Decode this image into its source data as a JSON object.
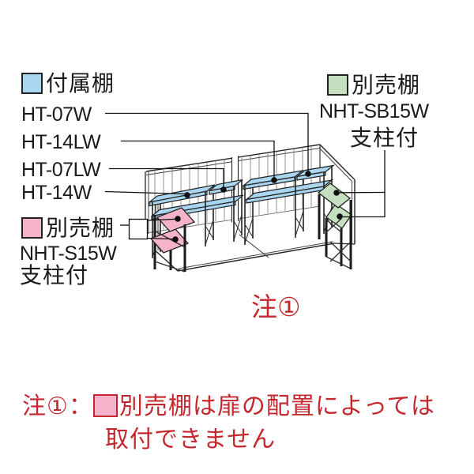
{
  "colors": {
    "blue": "#a9d5ee",
    "pink": "#f4b3cb",
    "green": "#c6dfc0",
    "red": "#c4272e",
    "line": "#1a1a1a"
  },
  "legend_attached": {
    "title": "付属棚",
    "items": [
      "HT-07W",
      "HT-14LW",
      "HT-07LW",
      "HT-14W"
    ]
  },
  "legend_optional_left": {
    "title": "別売棚",
    "model": "NHT-S15W",
    "support": "支柱付"
  },
  "legend_optional_right": {
    "title": "別売棚",
    "model": "NHT-SB15W",
    "support": "支柱付"
  },
  "figure": {
    "note_marker": "注①",
    "shelf_callouts": {
      "blue_left_bay": [
        "HT-14W",
        "HT-07LW"
      ],
      "blue_right_bay": [
        "HT-14LW",
        "HT-07W"
      ],
      "pink_unit": "NHT-S15W",
      "green_unit": "NHT-SB15W"
    }
  },
  "footnote": {
    "marker": "注①：",
    "text": "別売棚は扉の配置によっては",
    "text2": "取付できません"
  }
}
